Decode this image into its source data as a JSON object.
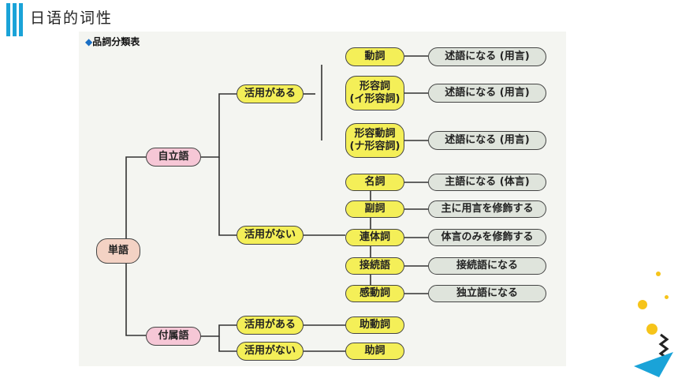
{
  "slide_title": "日语的词性",
  "figure_label": "品詞分類表",
  "figure_label_marker": "◆",
  "root": "単語",
  "level1": {
    "independent": "自立語",
    "dependent": "付属語"
  },
  "groups": {
    "conjugating": "活用がある",
    "non_conjugating": "活用がない",
    "dep_conjugating": "活用がある",
    "dep_non_conjugating": "活用がない"
  },
  "parts": {
    "verb": "動詞",
    "adjective_line1": "形容詞",
    "adjective_line2": "(イ形容詞)",
    "adjectival_verb_line1": "形容動詞",
    "adjectival_verb_line2": "(ナ形容詞)",
    "noun": "名詞",
    "adverb": "副詞",
    "adnominal": "連体詞",
    "conjunction": "接続語",
    "interjection": "感動詞",
    "aux_verb": "助動詞",
    "particle": "助詞"
  },
  "roles": {
    "verb": "述語になる (用言)",
    "adjective": "述語になる (用言)",
    "adjectival_verb": "述語になる (用言)",
    "noun": "主語になる (体言)",
    "adverb": "主に用言を修飾する",
    "adnominal": "体言のみを修飾する",
    "conjunction": "接続語になる",
    "interjection": "独立語になる"
  },
  "colors": {
    "accent": "#1aa3d8",
    "root": "#f3d2c4",
    "category": "#f6c7d6",
    "group_and_part": "#f4ef58",
    "role": "#dfe4dc",
    "decoration_yellow": "#f6c41a",
    "decoration_blue": "#1aa3d8"
  }
}
